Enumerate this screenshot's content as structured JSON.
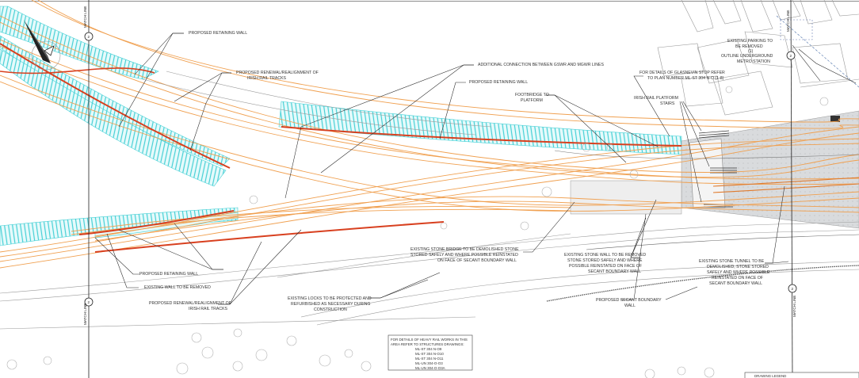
{
  "labels": {
    "retaining_wall_1": "PROPOSED RETAINING WALL",
    "renewal_1_a": "PROPOSED RENEWAL/REALIGNMENT OF",
    "renewal_1_b": "IRISH RAIL TRACKS",
    "additional_connection": "ADDITIONAL CONNECTION BETWEEN GSWR AND MGWR LINES",
    "retaining_wall_2": "PROPOSED RETAINING WALL",
    "footbridge_a": "FOOTBRIDGE TO",
    "footbridge_b": "PLATFORM",
    "glasnevin_a": "FOR DETAILS OF GLASNEVIN STOP REFER",
    "glasnevin_b": "TO PLAN NUMBER ML-ST 304 N-O (1-8)",
    "platform_stairs_a": "IRISH RAIL PLATFORM",
    "platform_stairs_b": "STAIRS",
    "parking_a": "EXISTING PARKING TO",
    "parking_b": "BE REMOVED",
    "parking_c": "(1)",
    "metro_a": "OUTLINE UNDERGROUND",
    "metro_b": "METRO STATION",
    "stone_bridge_a": "EXISTING STONE BRIDGE TO BE DEMOLISHED STONE",
    "stone_bridge_b": "STORED SAFELY AND WHERE POSSIBLE REINSTATED",
    "stone_bridge_c": "ON FACE OF SECANT BOUNDARY WALL",
    "stone_wall_a": "EXISTING STONE WALL TO BE REMOVED",
    "stone_wall_b": "STONE STORED SAFELY AND WHERE",
    "stone_wall_c": "POSSIBLE REINSTATED ON FACE OF",
    "stone_wall_d": "SECANT BOUNDARY WALL",
    "tunnel_a": "EXISTING STONE TUNNEL TO BE",
    "tunnel_b": "DEMOLISHED, STONE STORED",
    "tunnel_c": "SAFELY AND WHERE POSSIBLE",
    "tunnel_d": "REINSTATED ON FACE OF",
    "tunnel_e": "SECANT BOUNDARY WALL",
    "retaining_wall_3": "PROPOSED RETAINING WALL",
    "existing_wall": "EXISTING WALL TO BE REMOVED",
    "renewal_2_a": "PROPOSED RENEWAL/REALIGNMENT OF",
    "renewal_2_b": "IRISH RAIL TRACKS",
    "locks_a": "EXISTING LOCKS TO BE PROTECTED AND",
    "locks_b": "REFURBISHED AS NECESSARY DURING",
    "locks_c": "CONSTRUCTION",
    "secant_a": "PROPOSED SECANT BOUNDARY",
    "secant_b": "WALL",
    "note_a": "FOR DETAILS OF HEAVY RAIL WORKS IN THIS",
    "note_b": "AREA REFER TO STRUCTURES DRAWINGS:",
    "note_c": "ML-ST 304 N-O9",
    "note_d": "ML-ST 304 N-O10",
    "note_e": "ML-ST 304 N-O11",
    "note_f": "ML-UN 304-O-O3",
    "note_g": "ML-UN 304-O-O3A",
    "matchline": "MATCH LINE",
    "drawing_legend": "DRAWING LEGEND",
    "ml_circle": "2"
  },
  "colors": {
    "track": "#f0a050",
    "track_dark": "#e07b2e",
    "wall_red": "#d8401f",
    "hatch": "#45d0d5",
    "linework": "#444444",
    "light_line": "#b5b5b5",
    "platform_fill": "#d4d6d8"
  },
  "icons": {
    "north_arrow": "north-arrow-icon"
  }
}
